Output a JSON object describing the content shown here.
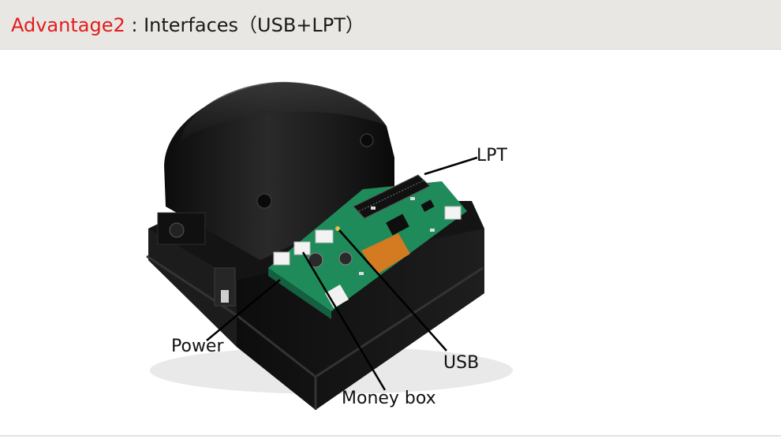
{
  "header": {
    "prefix": "Advantage2",
    "separator": " : ",
    "title": "Interfaces（USB+LPT）"
  },
  "labels": {
    "lpt": "LPT",
    "power": "Power",
    "usb": "USB",
    "money_box": "Money box"
  },
  "colors": {
    "accent": "#e21d1d",
    "header_bg": "#e8e7e3",
    "pcb": "#1f8a5a"
  }
}
